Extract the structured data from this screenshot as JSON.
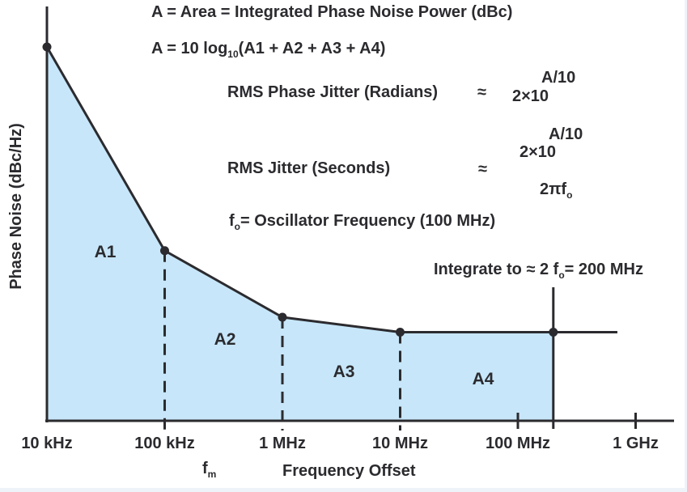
{
  "colors": {
    "fill": "#c7e6f9",
    "line": "#2b2b2f",
    "background": "#ffffff"
  },
  "equations": {
    "area_def": "A = Area = Integrated Phase Noise Power (dBc)",
    "area_formula_prefix": "A = 10 log",
    "area_formula_sub": "10",
    "area_formula_suffix": "(A1 + A2 + A3 + A4)",
    "rms_phase_label": "RMS Phase Jitter (Radians)",
    "approx": "≈",
    "sqrt_base": "2×10",
    "sqrt_exp": "A/10",
    "rms_jitter_label": "RMS Jitter (Seconds)",
    "denominator": "2πf",
    "denominator_sub": "o",
    "fo_symbol": "f",
    "fo_sub": "o",
    "fo_def": "= Oscillator Frequency (100 MHz)",
    "integrate_prefix": "Integrate to ≈ 2 f",
    "integrate_sub": "o",
    "integrate_suffix": "= 200 MHz"
  },
  "chart_data": {
    "type": "area",
    "title": "",
    "xlabel": "Frequency Offset",
    "xlabel_symbol": "f",
    "xlabel_symbol_sub": "m",
    "ylabel": "Phase Noise (dBc/Hz)",
    "x_scale": "log",
    "x_ticks": [
      "10 kHz",
      "100 kHz",
      "1 MHz",
      "10 MHz",
      "100 MHz",
      "1 GHz"
    ],
    "x_tick_values_hz": [
      10000,
      100000,
      1000000,
      10000000,
      100000000,
      1000000000
    ],
    "points_hz": [
      10000,
      100000,
      1000000,
      10000000,
      200000000
    ],
    "relative_level": [
      1.0,
      0.455,
      0.277,
      0.237,
      0.237
    ],
    "curve_extends_to_hz": 700000000,
    "integration_limit_hz": 200000000,
    "regions": [
      {
        "label": "A1",
        "from_hz": 10000,
        "to_hz": 100000
      },
      {
        "label": "A2",
        "from_hz": 100000,
        "to_hz": 1000000
      },
      {
        "label": "A3",
        "from_hz": 1000000,
        "to_hz": 10000000
      },
      {
        "label": "A4",
        "from_hz": 10000000,
        "to_hz": 200000000
      }
    ],
    "grid": false,
    "legend": "none"
  }
}
